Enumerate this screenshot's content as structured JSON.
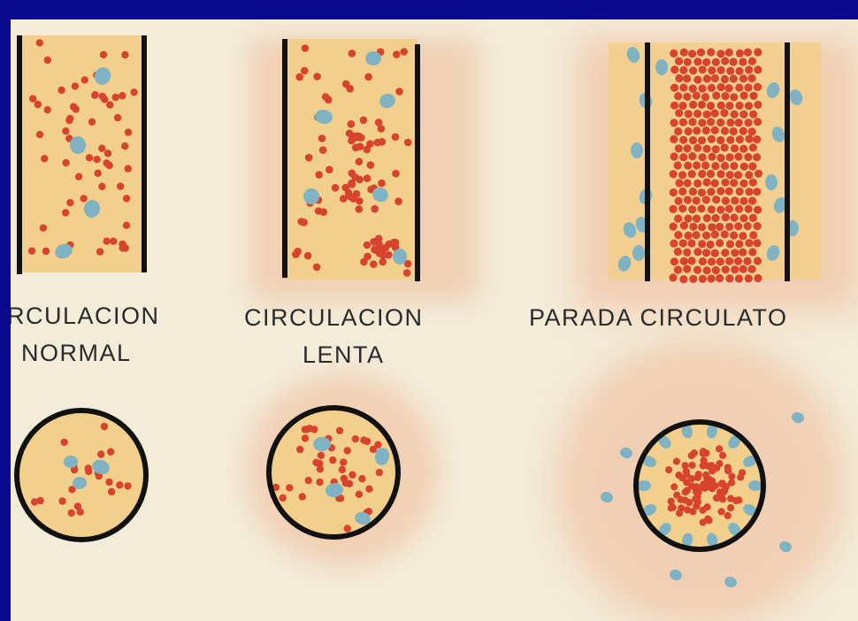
{
  "slide": {
    "panels": [
      {
        "id": "normal",
        "caption_line1": "RCULACION",
        "caption_line2": "NORMAL"
      },
      {
        "id": "lenta",
        "caption_line1": "CIRCULACION",
        "caption_line2": "LENTA"
      },
      {
        "id": "parada",
        "caption_line1": "PARADA CIRCULATO",
        "caption_line2": ""
      }
    ]
  },
  "colors": {
    "frame": "#0a0a8c",
    "paper": "#f3ecd9",
    "plasma": "#f2cf8a",
    "halo": "#f1c6a8",
    "red_cell": "#d8432e",
    "blue_cell": "#7fb3c4",
    "vessel_wall": "#111111"
  }
}
